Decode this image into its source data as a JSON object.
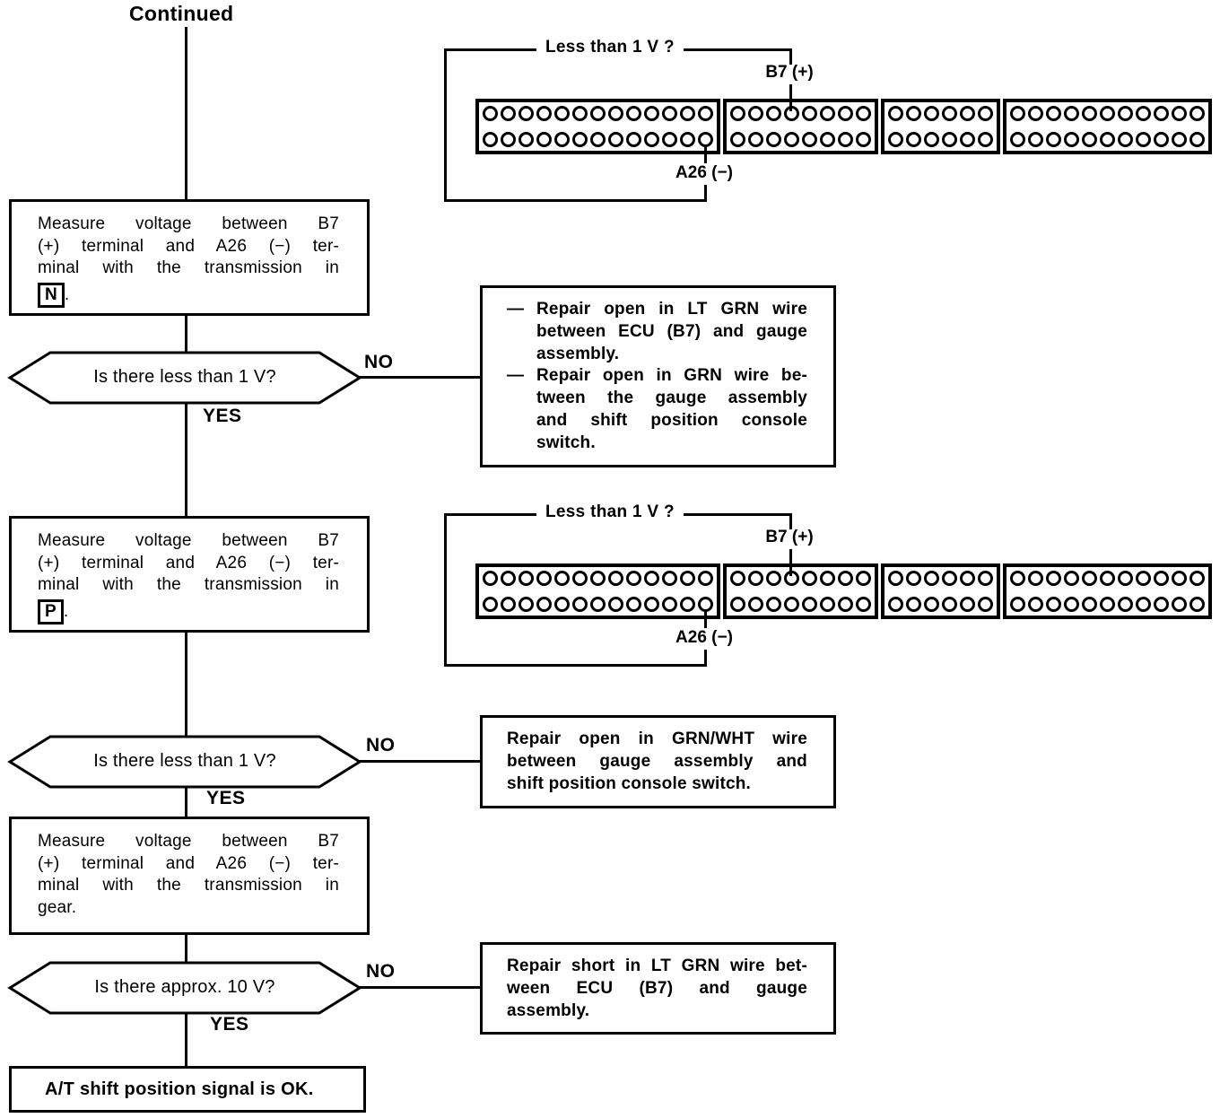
{
  "page": {
    "title": "Continued"
  },
  "labels": {
    "yes": "YES",
    "no": "NO",
    "bullet": "—"
  },
  "connectors": [
    {
      "caption": "Less than 1 V ?",
      "positive_pin": "B7 (+)",
      "negative_pin": "A26 (−)",
      "blocks": [
        13,
        8,
        6,
        11
      ]
    },
    {
      "caption": "Less than 1 V ?",
      "positive_pin": "B7 (+)",
      "negative_pin": "A26 (−)",
      "blocks": [
        13,
        8,
        6,
        11
      ]
    }
  ],
  "flow": {
    "step1": {
      "lines": [
        "Measure voltage between B7",
        "(+) terminal and A26 (−) ter-",
        "minal with the transmission in"
      ],
      "position": "N",
      "suffix": "."
    },
    "decision1": "Is there less than 1 V?",
    "repair1": {
      "items": [
        {
          "lines": [
            "Repair open in LT GRN wire",
            "between ECU (B7) and gauge",
            "assembly."
          ]
        },
        {
          "lines": [
            "Repair open in GRN wire be-",
            "tween the gauge assembly",
            "and shift position console",
            "switch."
          ]
        }
      ]
    },
    "step2": {
      "lines": [
        "Measure voltage between B7",
        "(+) terminal and A26 (−) ter-",
        "minal with the transmission in"
      ],
      "position": "P",
      "suffix": "."
    },
    "decision2": "Is there less than 1 V?",
    "repair2": {
      "lines": [
        "Repair open in GRN/WHT wire",
        "between gauge assembly and",
        "shift position console switch."
      ]
    },
    "step3": {
      "lines": [
        "Measure voltage between B7",
        "(+) terminal and A26 (−) ter-",
        "minal with the transmission in",
        "gear."
      ]
    },
    "decision3": "Is there approx. 10 V?",
    "repair3": {
      "lines": [
        "Repair short in LT GRN wire bet-",
        "ween ECU (B7) and gauge",
        "assembly."
      ]
    },
    "result": "A/T shift position signal is OK."
  }
}
